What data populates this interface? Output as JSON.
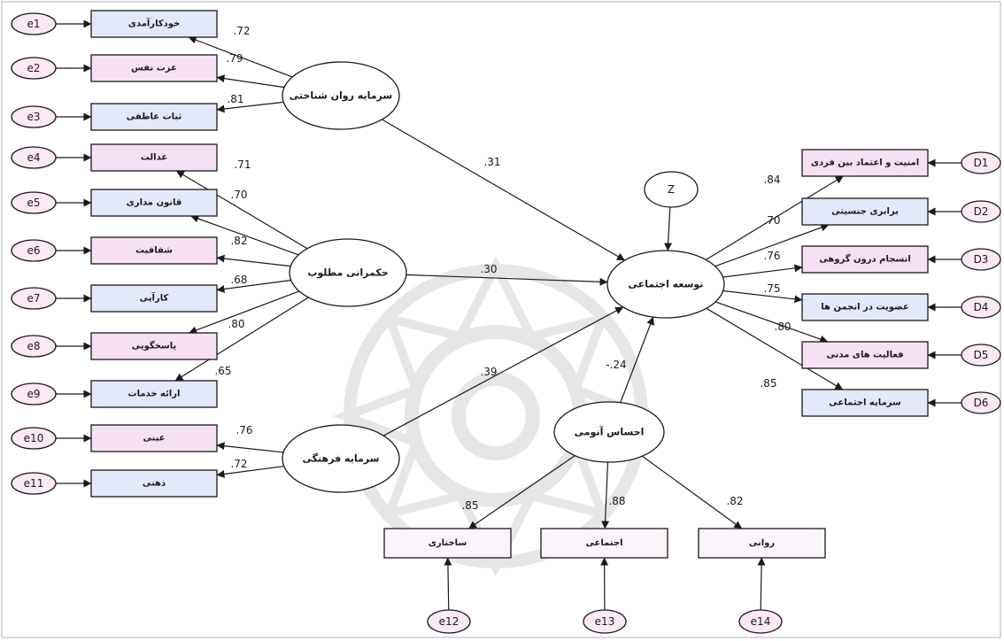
{
  "colors": {
    "background": "#ffffff",
    "stroke": "#1a1a1a",
    "latent_fill": "#ffffff",
    "error_fill": "#fde9f6",
    "indicator_fill": "#e3e9fb",
    "indicator_fill_alt": "#f6e0f4",
    "plain_indicator_fill": "#fbf4fb",
    "watermark": "#e2e2e2"
  },
  "latents": {
    "psy": "سرمایه روان شناختی",
    "gov": "حکمرانی مطلوب",
    "cult": "سرمایه فرهنگی",
    "dev": "توسعه اجتماعی",
    "anomie": "احساس آنومی",
    "z": "Z"
  },
  "indicators": {
    "i1": "خودکارآمدی",
    "i2": "عزت نفس",
    "i3": "ثبات عاطفی",
    "i4": "عدالت",
    "i5": "قانون مداری",
    "i6": "شفافیت",
    "i7": "کارآیی",
    "i8": "پاسخگویی",
    "i9": "ارائه خدمات",
    "i10": "عینی",
    "i11": "ذهنی",
    "d1": "امنیت و اعتماد بین فردی",
    "d2": "برابری جنسیتی",
    "d3": "انسجام درون گروهی",
    "d4": "عضویت در انجمن ها",
    "d5": "فعالیت های مدنی",
    "d6": "سرمایه اجتماعی",
    "a1": "ساختاری",
    "a2": "اجتماعی",
    "a3": "روانی"
  },
  "errors": {
    "e1": "e1",
    "e2": "e2",
    "e3": "e3",
    "e4": "e4",
    "e5": "e5",
    "e6": "e6",
    "e7": "e7",
    "e8": "e8",
    "e9": "e9",
    "e10": "e10",
    "e11": "e11",
    "e12": "e12",
    "e13": "e13",
    "e14": "e14",
    "D1": "D1",
    "D2": "D2",
    "D3": "D3",
    "D4": "D4",
    "D5": "D5",
    "D6": "D6"
  },
  "loadings": {
    "i1": ".72",
    "i2": ".79",
    "i3": ".81",
    "i4": ".71",
    "i5": ".70",
    "i6": ".82",
    "i7": ".68",
    "i8": ".80",
    "i9": ".65",
    "i10": ".76",
    "i11": ".72",
    "d1": ".84",
    "d2": ".70",
    "d3": ".76",
    "d4": ".75",
    "d5": ".80",
    "d6": ".85",
    "a1": ".85",
    "a2": ".88",
    "a3": ".82"
  },
  "paths": {
    "psy_dev": ".31",
    "gov_dev": ".30",
    "cult_dev": ".39",
    "anomie_dev": "-.24"
  }
}
